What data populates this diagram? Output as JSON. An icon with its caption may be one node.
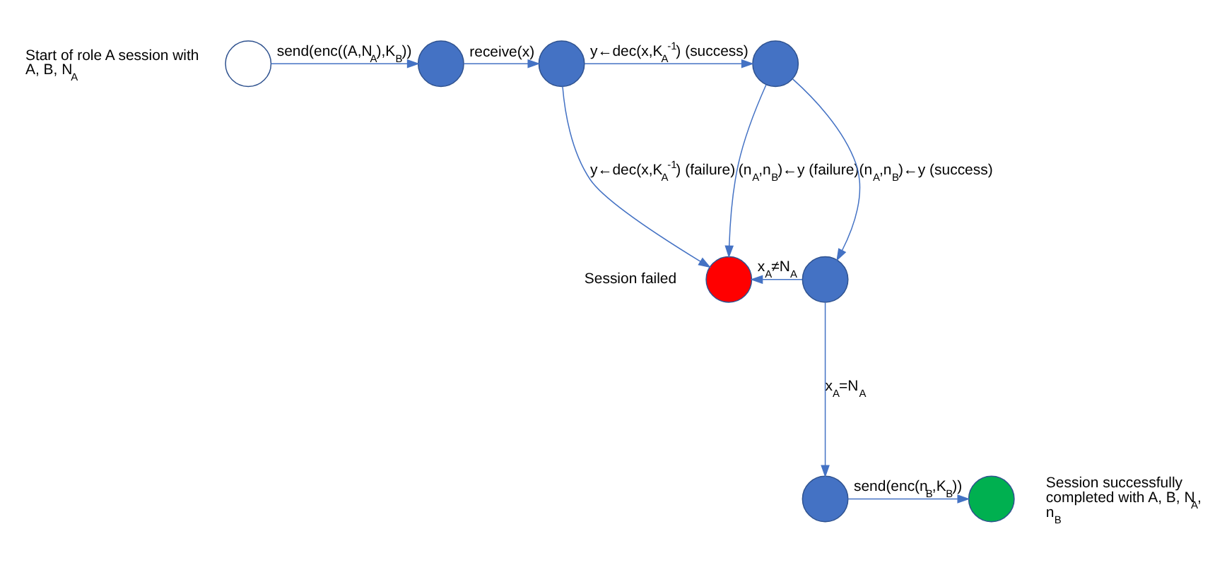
{
  "diagram": {
    "nodes": [
      {
        "text": [],
        "shape": "circle",
        "beside": [
          "Start of role A session with A, B, N$_{A}$"
        ]
      },
      {
        "text": [],
        "shape": "circle"
      },
      {
        "text": [],
        "shape": "circle"
      },
      {
        "text": [],
        "shape": "circle"
      },
      {
        "text": [],
        "shape": "circle",
        "beside": [
          "Session failed"
        ]
      },
      {
        "text": [],
        "shape": "circle"
      },
      {
        "text": [],
        "shape": "circle"
      },
      {
        "text": [],
        "shape": "circle",
        "beside": [
          "Session successfully completed with A, B, N$_{A}$, n$_{B}$"
        ]
      }
    ],
    "edges": [
      {
        "from": 0,
        "to": 1,
        "arrow": "to",
        "label": "send(enc((A,N$_{A}$),K$_{B}$))"
      },
      {
        "from": 1,
        "to": 2,
        "arrow": "to",
        "label": "receive(x)"
      },
      {
        "from": 2,
        "to": 3,
        "arrow": "to",
        "label": "y←dec(x,K$_{A}$$^{-1}$) (success)"
      },
      {
        "from": 2,
        "to": 4,
        "arrow": "to",
        "label": "y←dec(x,K$_{A}$$^{-1}$) (failure)"
      },
      {
        "from": 3,
        "to": 4,
        "arrow": "to",
        "label": "(n$_{A}$,n$_{B}$)←y (failure)"
      },
      {
        "from": 3,
        "to": 5,
        "arrow": "to",
        "label": "(n$_{A}$,n$_{B}$)←y (success)"
      },
      {
        "from": 5,
        "to": 4,
        "arrow": "to",
        "label": "x$_{A}$≠N$_{A}$"
      },
      {
        "from": 5,
        "to": 6,
        "arrow": "to",
        "label": "x$_{A}$=N$_{A}$"
      },
      {
        "from": 6,
        "to": 7,
        "arrow": "to",
        "label": "send(enc(n$_{B}$,K$_{B}$))"
      }
    ]
  }
}
